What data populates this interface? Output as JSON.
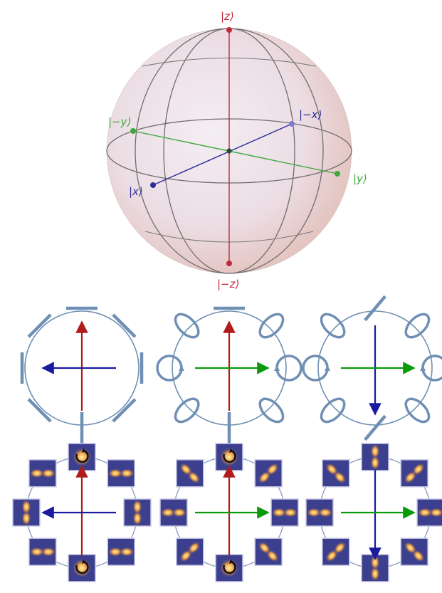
{
  "bloch": {
    "labels": {
      "z": "|z⟩",
      "minus_z": "|−z⟩",
      "x": "|x⟩",
      "minus_x": "|−x⟩",
      "y": "|y⟩",
      "minus_y": "|−y⟩"
    },
    "colors": {
      "z_axis": "#c0283a",
      "x_axis": "#2c2c9c",
      "y_axis": "#3ea83e",
      "grid": "#6e6e6e"
    }
  },
  "polarization_panels": [
    {
      "vertical_arrow": "up",
      "horizontal_arrow": "left",
      "vertical_color": "#b11b1b",
      "horizontal_color": "#1a1aa0",
      "elements": [
        "line-horizontal",
        "line-diagonal",
        "line-diagonal",
        "line-diagonal",
        "line-vertical",
        "line-diagonal",
        "line-diagonal",
        "line-diagonal"
      ]
    },
    {
      "vertical_arrow": "up",
      "horizontal_arrow": "right",
      "vertical_color": "#b11b1b",
      "horizontal_color": "#0a9a0a",
      "elements": [
        "line-horizontal",
        "ellipse",
        "ellipse",
        "circle-arrow",
        "line-vertical",
        "ellipse",
        "ellipse",
        "circle-arrow"
      ]
    },
    {
      "vertical_arrow": "down",
      "horizontal_arrow": "right",
      "vertical_color": "#1a1aa0",
      "horizontal_color": "#0a9a0a",
      "elements": [
        "line-diagonal",
        "ellipse",
        "ellipse",
        "circle-arrow",
        "line-diagonal",
        "ellipse",
        "ellipse",
        "circle-arrow"
      ]
    }
  ],
  "mode_panels": [
    {
      "vertical_arrow": "up",
      "horizontal_arrow": "left",
      "vertical_color": "#b11b1b",
      "horizontal_color": "#1a1aa0"
    },
    {
      "vertical_arrow": "up",
      "horizontal_arrow": "right",
      "vertical_color": "#b11b1b",
      "horizontal_color": "#0a9a0a"
    },
    {
      "vertical_arrow": "down",
      "horizontal_arrow": "right",
      "vertical_color": "#1a1aa0",
      "horizontal_color": "#0a9a0a"
    }
  ]
}
